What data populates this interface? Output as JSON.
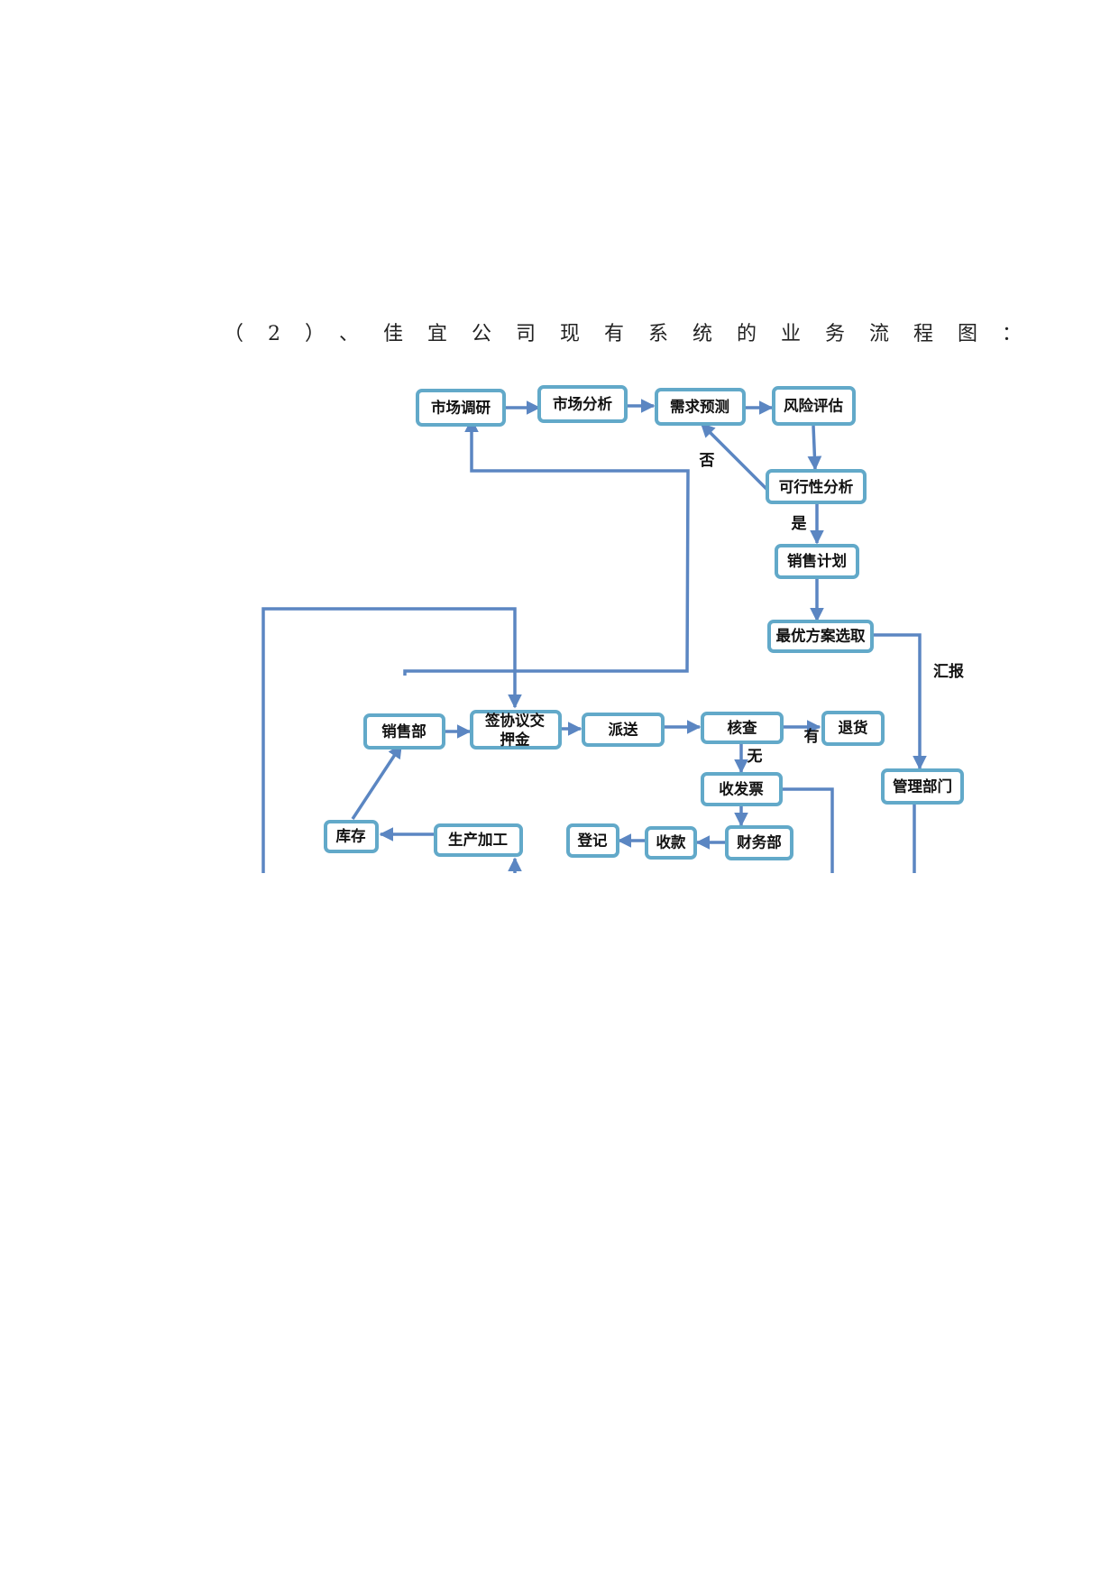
{
  "caption": "（2）、佳宜公司现有系统的业务流程图：",
  "nodes": {
    "market_research": "市场调研",
    "market_analysis": "市场分析",
    "demand_forecast": "需求预测",
    "risk_assessment": "风险评估",
    "feasibility": "可行性分析",
    "sales_plan": "销售计划",
    "optimal_plan": "最优方案选取",
    "sales_dept": "销售部",
    "sign_deposit_1": "签协议交",
    "sign_deposit_2": "押金",
    "dispatch": "派送",
    "verify": "核查",
    "return_goods": "退货",
    "invoice": "收发票",
    "management": "管理部门",
    "inventory": "库存",
    "production": "生产加工",
    "register": "登记",
    "payment": "收款",
    "finance": "财务部"
  },
  "labels": {
    "no": "否",
    "yes": "是",
    "report": "汇报",
    "has": "有",
    "none": "无"
  },
  "colors": {
    "box_border": "#62a9c9",
    "arrow": "#5b86c2"
  }
}
